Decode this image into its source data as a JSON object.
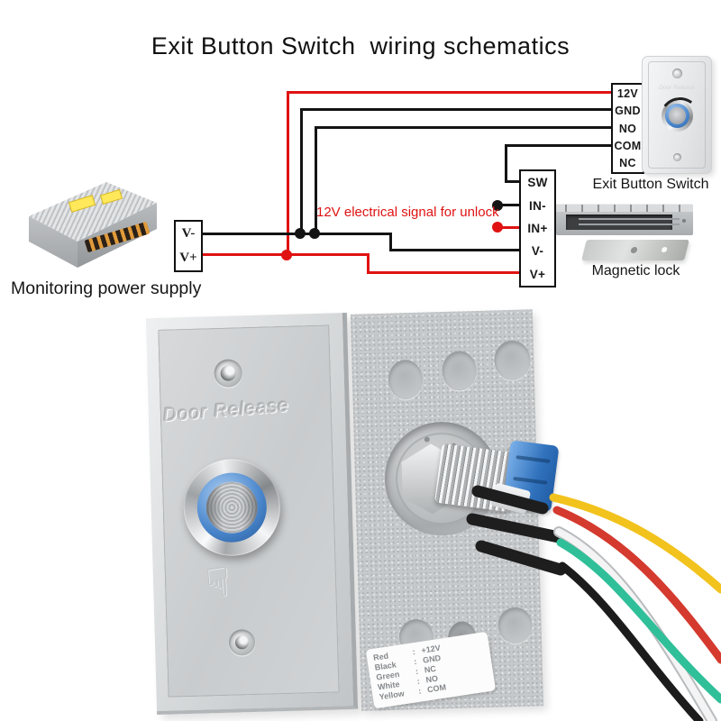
{
  "title": "Exit Button Switch  wiring schematics",
  "colors": {
    "wire_positive": "#e01212",
    "wire_negative": "#141414",
    "button_ring_blue": "#4a86cc",
    "connector_blue": "#3172bd",
    "photo_wire_yellow": "#f2c21d",
    "photo_wire_red": "#d43a2e",
    "photo_wire_white": "#f4f4f4",
    "photo_wire_green": "#2fbf99",
    "photo_wire_black": "#1c1c1c"
  },
  "diagram": {
    "annotation": "12V electrical signal for unlock",
    "power_supply_label": "Monitoring power supply",
    "exit_button_label": "Exit Button Switch",
    "magnetic_lock_label": "Magnetic lock",
    "psu_terminals": [
      "V-",
      "V+"
    ],
    "exit_button_terminals": [
      "12V",
      "GND",
      "NO",
      "COM",
      "NC"
    ],
    "controller_terminals": [
      "SW",
      "IN-",
      "IN+",
      "V-",
      "V+"
    ]
  },
  "products": {
    "front_plate": {
      "embossed_text": "Door Release"
    },
    "back_plate": {
      "label_separator": ":",
      "label_rows": [
        {
          "color": "Red",
          "value": "+12V"
        },
        {
          "color": "Black",
          "value": "GND"
        },
        {
          "color": "Green",
          "value": "NC"
        },
        {
          "color": "White",
          "value": "NO"
        },
        {
          "color": "Yellow",
          "value": "COM"
        }
      ]
    }
  }
}
